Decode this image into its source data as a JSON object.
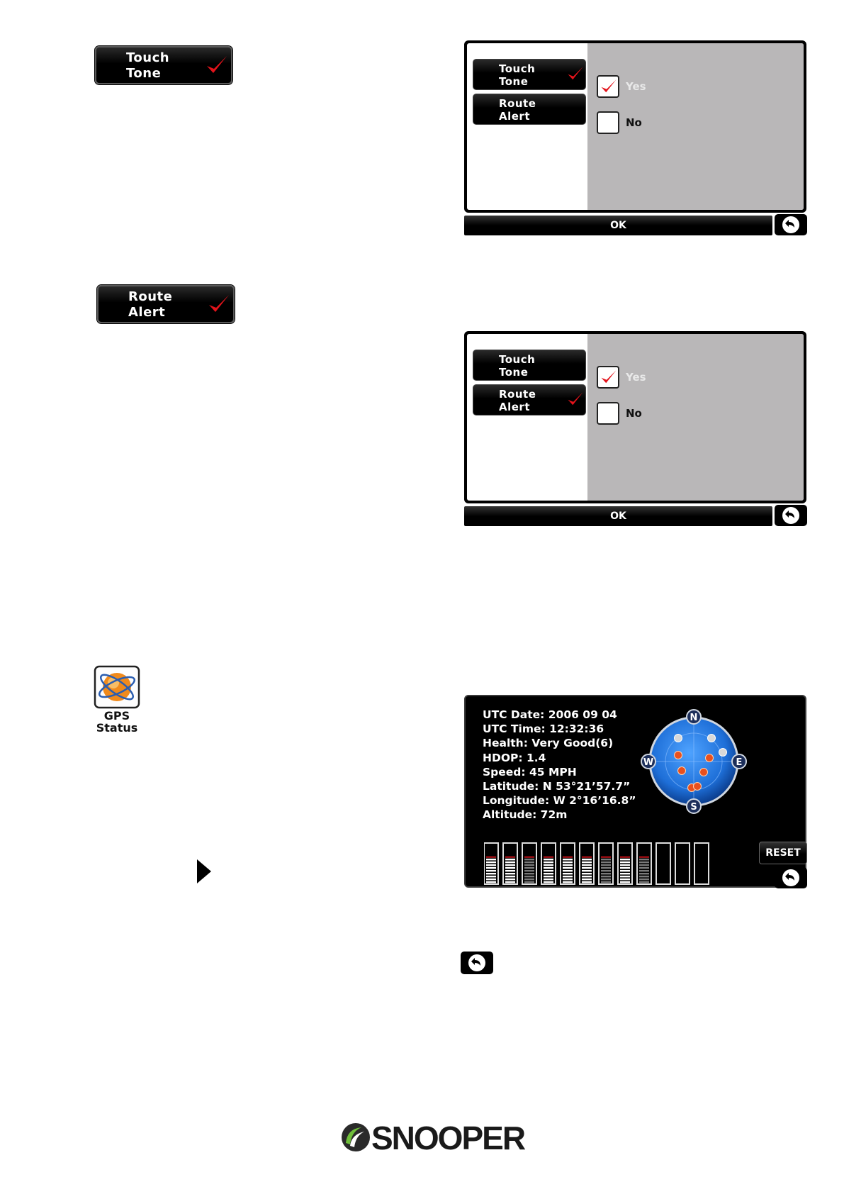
{
  "touch_tone_button": {
    "line1": "Touch",
    "line2": "Tone"
  },
  "route_alert_button": {
    "line1": "Route",
    "line2": "Alert"
  },
  "screen1": {
    "menu": [
      {
        "line1": "Touch",
        "line2": "Tone",
        "checked": true
      },
      {
        "line1": "Route",
        "line2": "Alert",
        "checked": false
      }
    ],
    "options": {
      "yes": "Yes",
      "no": "No"
    },
    "ok_label": "OK"
  },
  "screen2": {
    "menu": [
      {
        "line1": "Touch",
        "line2": "Tone",
        "checked": false
      },
      {
        "line1": "Route",
        "line2": "Alert",
        "checked": true
      }
    ],
    "options": {
      "yes": "Yes",
      "no": "No"
    },
    "ok_label": "OK"
  },
  "gps_status_icon": {
    "line1": "GPS",
    "line2": "Status"
  },
  "gps_screen": {
    "info": [
      "UTC Date: 2006 09 04",
      "UTC Time:  12:32:36",
      "Health: Very Good(6)",
      "HDOP: 1.4",
      "Speed: 45 MPH",
      "Latitude: N 53°21’57.7”",
      "Longitude: W 2°16’16.8”",
      "Altitude: 72m"
    ],
    "compass": {
      "n": "N",
      "s": "S",
      "e": "E",
      "w": "W"
    },
    "reset_label": "RESET"
  },
  "brand": {
    "name": "SNOOPER"
  },
  "colors": {
    "tick_red": "#e3131b",
    "sat_active": "#e8501e",
    "sat_inactive": "#d8d8d8",
    "globe_blue": "#1e6fd8"
  },
  "icons": [
    "checkmark-icon",
    "back-arrow-icon",
    "globe-icon",
    "play-triangle-icon",
    "satellite-radar-icon"
  ]
}
